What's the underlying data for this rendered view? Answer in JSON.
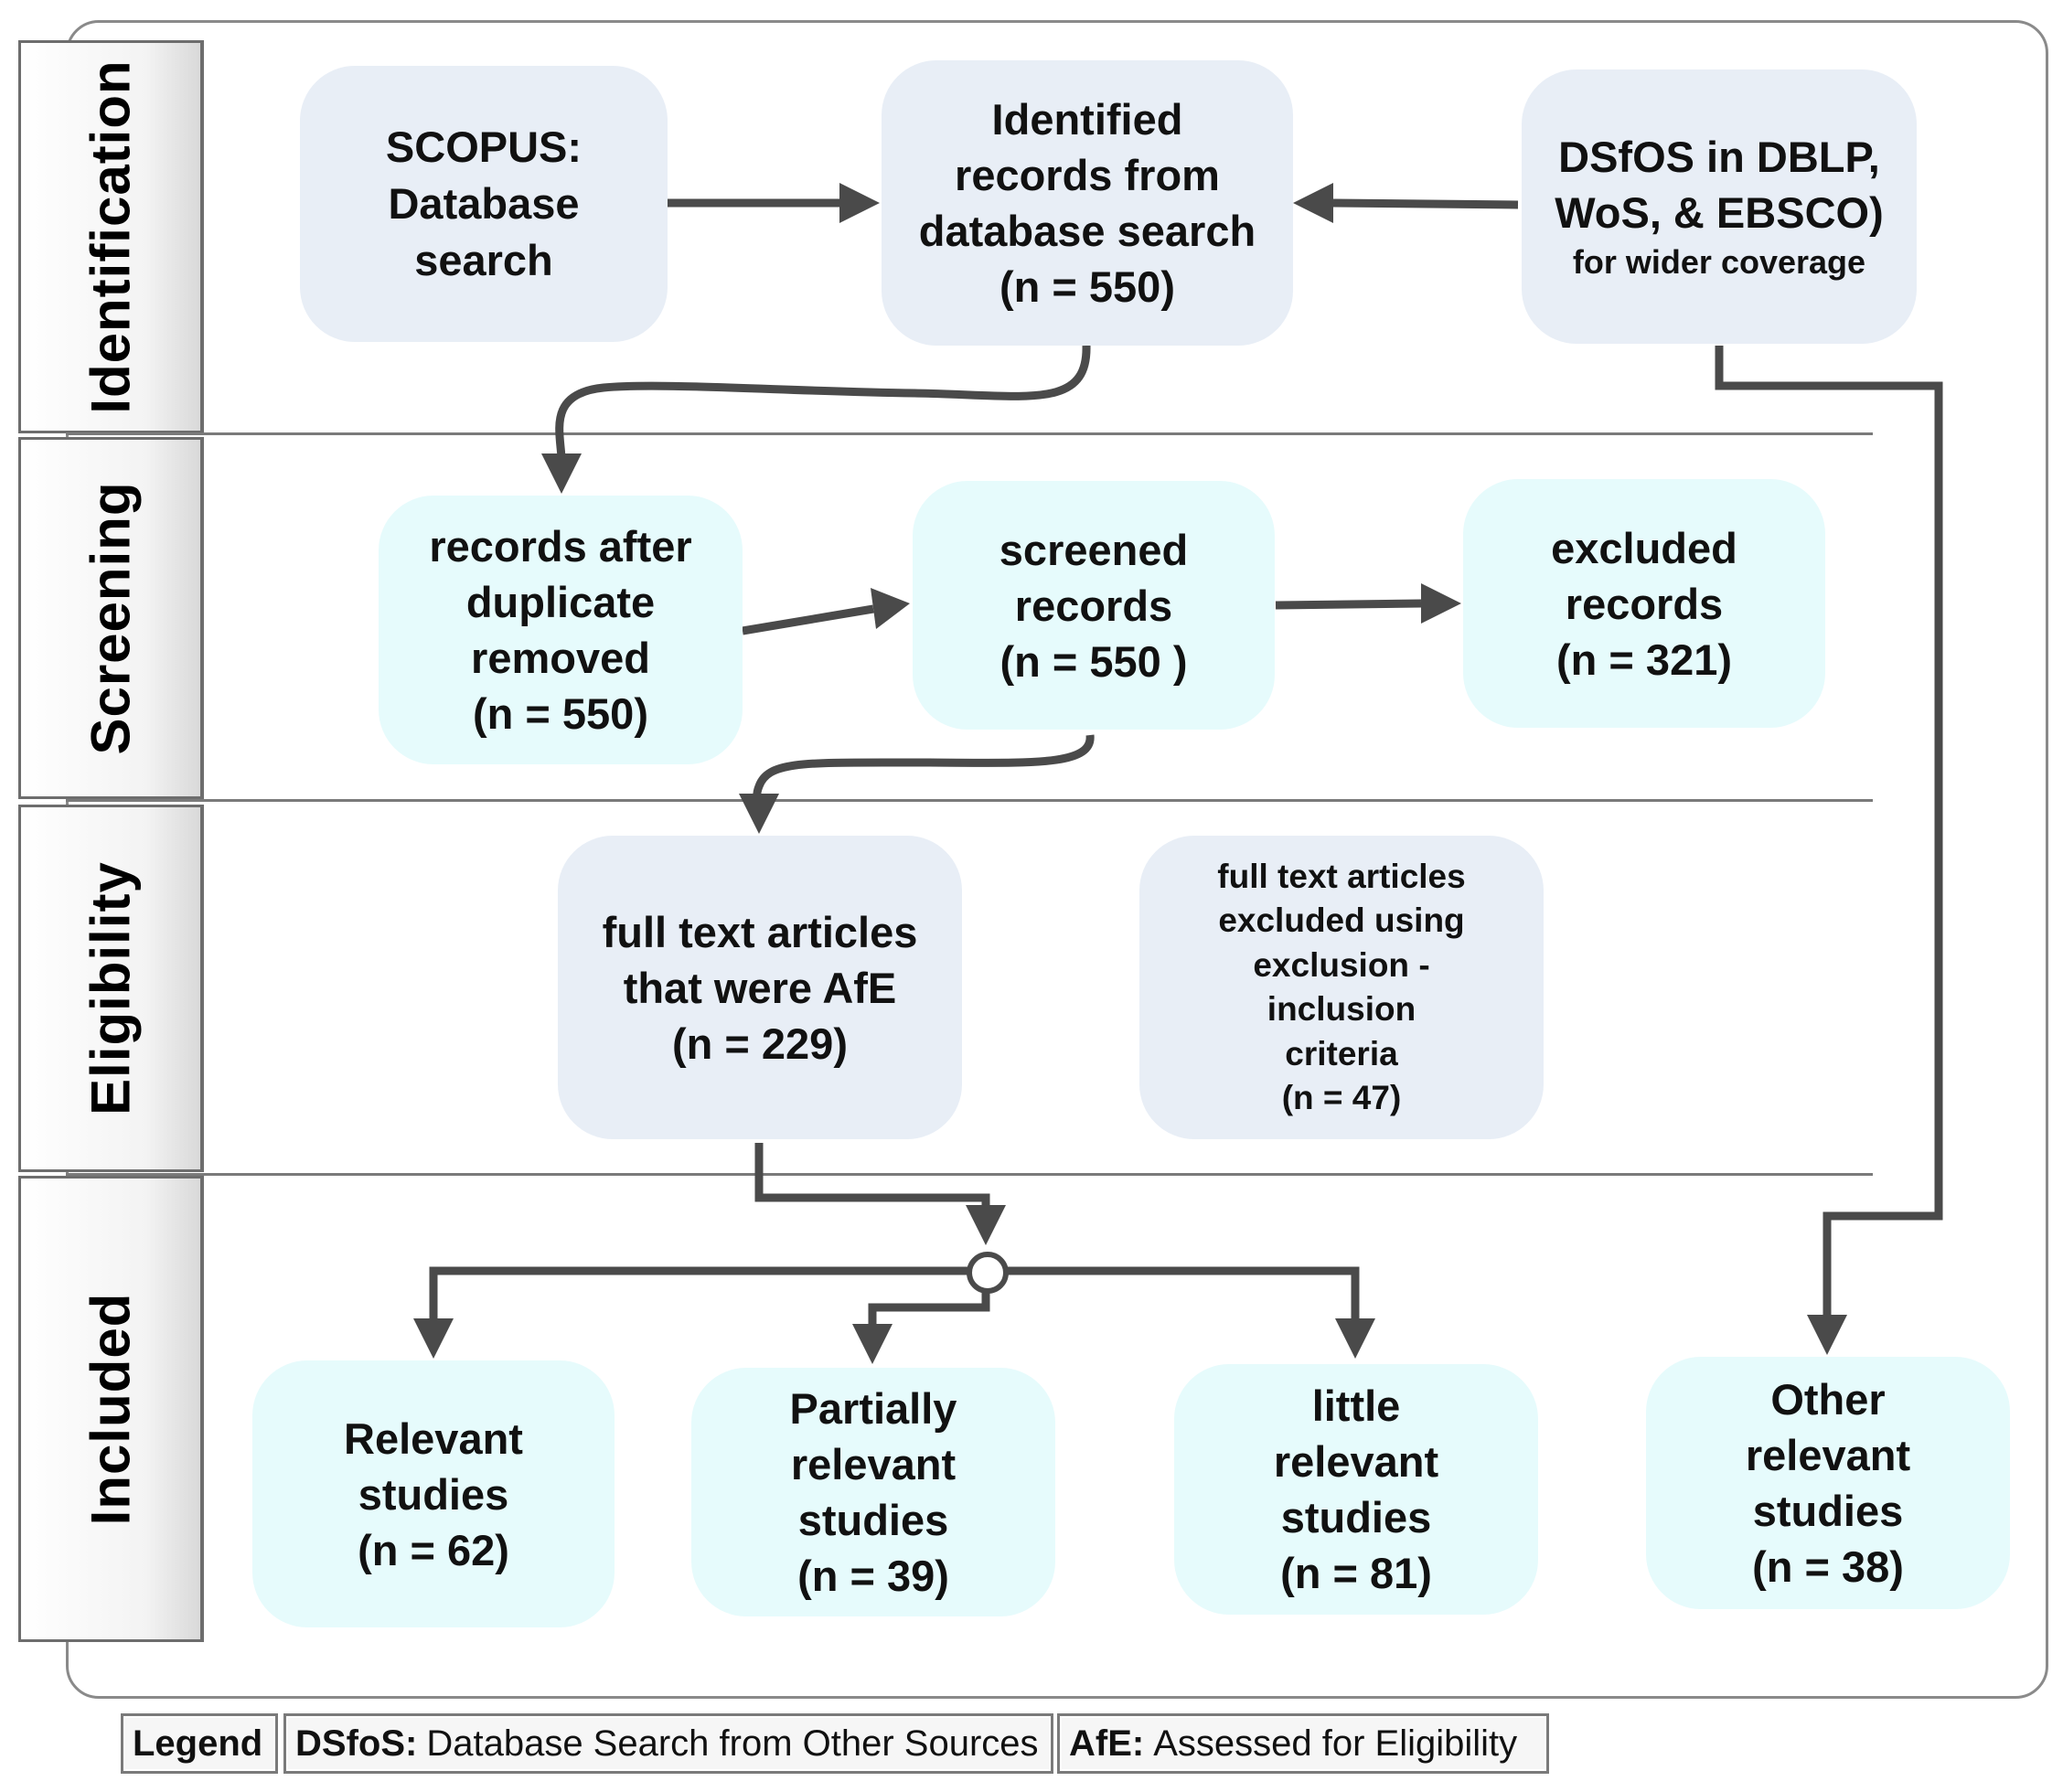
{
  "phases": {
    "identification": "Identification",
    "screening": "Screening",
    "eligibility": "Eligibility",
    "included": "Included"
  },
  "boxes": {
    "scopus": [
      "SCOPUS:",
      "Database",
      "search"
    ],
    "identified": [
      "Identified",
      "records  from",
      "database search",
      "(n = 550)"
    ],
    "dsfos_main": [
      "DSfOS in DBLP,",
      "WoS, & EBSCO)"
    ],
    "dsfos_sub": "for wider coverage",
    "after_duplicates": [
      "records after",
      "duplicate",
      "removed",
      "(n = 550)"
    ],
    "screened": [
      "screened",
      "records",
      "(n = 550 )"
    ],
    "excluded_records": [
      "excluded",
      "records",
      "(n = 321)"
    ],
    "full_text_afe": [
      "full text articles",
      "that were AfE",
      "(n = 229)"
    ],
    "full_text_excluded": [
      "full text articles",
      "excluded using",
      "exclusion -",
      "inclusion",
      "criteria",
      "(n = 47)"
    ],
    "relevant": [
      "Relevant",
      "studies",
      "(n = 62)"
    ],
    "partially": [
      "Partially",
      "relevant",
      "studies",
      "(n = 39)"
    ],
    "little": [
      "little",
      "relevant",
      "studies",
      "(n = 81)"
    ],
    "other": [
      "Other",
      "relevant",
      "studies",
      "(n = 38)"
    ]
  },
  "legend": {
    "title": "Legend",
    "item1_key": "DSfoS:",
    "item1_text": "Database Search from Other Sources",
    "item2_key": "AfE:",
    "item2_text": "Assessed for Eligibility"
  },
  "colors": {
    "box_blue": "#e8eef6",
    "box_cyan": "#e6fbfc",
    "arrow": "#4a4a4a"
  }
}
